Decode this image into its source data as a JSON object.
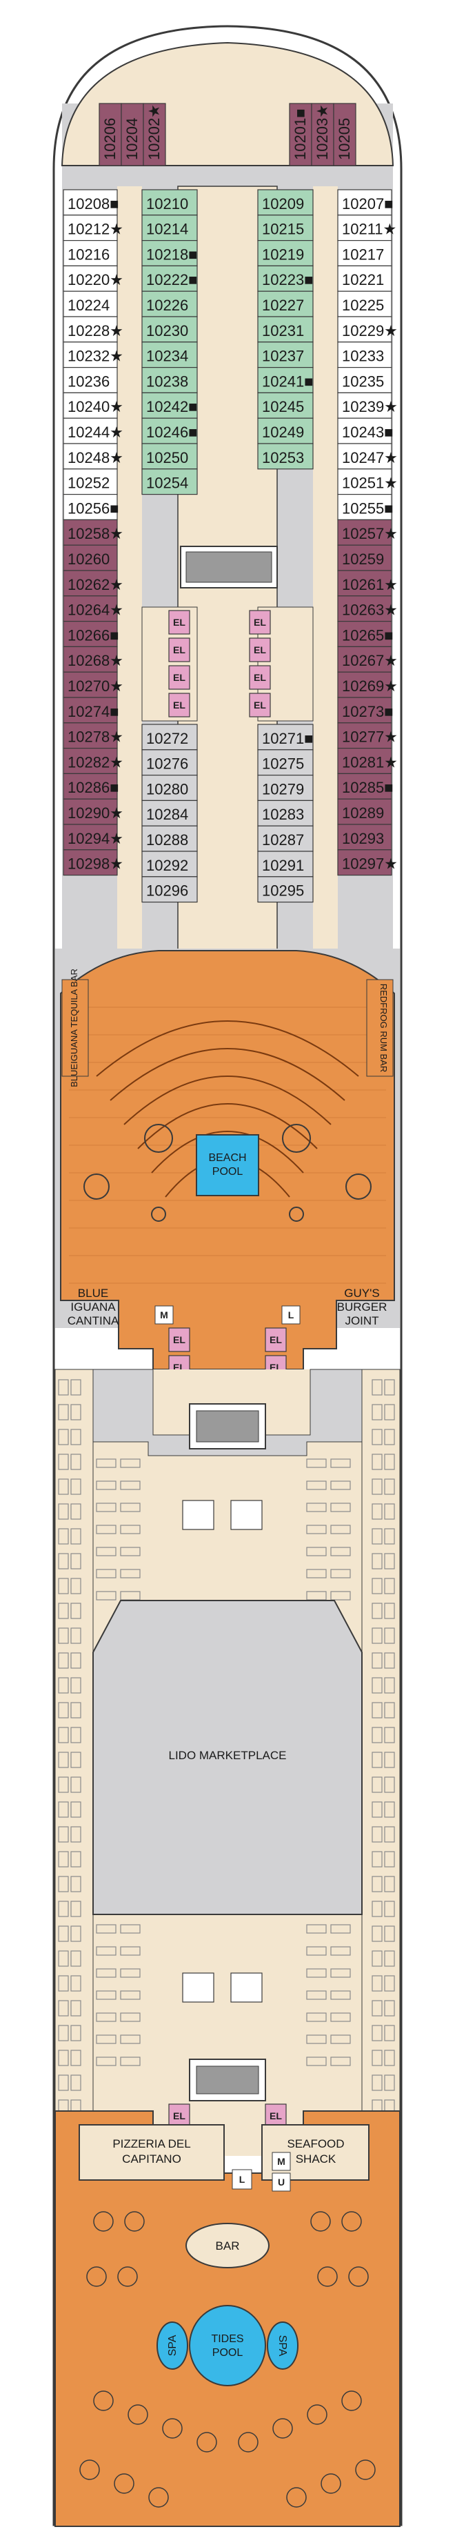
{
  "colors": {
    "hull": "#ffffff",
    "deck": "#f3e6cf",
    "gray": "#d2d2d4",
    "cabin_purple": "#94566f",
    "cabin_green": "#a8d6b8",
    "cabin_gray": "#d4d4d6",
    "elevator": "#e6a4c8",
    "wood": "#e8924a",
    "pool": "#39b8e8",
    "outline": "#3a3a3a"
  },
  "cabins": {
    "bow_left": [
      "10206",
      "10204",
      "10202★"
    ],
    "bow_right": [
      "10201■",
      "10203★",
      "10205"
    ],
    "outer_left": [
      "10208■",
      "10212★",
      "10216",
      "10220★",
      "10224",
      "10228★",
      "10232★",
      "10236",
      "10240★",
      "10244★",
      "10248★",
      "10252",
      "10256■",
      "10258★",
      "10260",
      "10262★",
      "10264★",
      "10266■",
      "10268★",
      "10270★",
      "10274■",
      "10278★",
      "10282★",
      "10286■",
      "10290★",
      "10294★",
      "10298★"
    ],
    "outer_right": [
      "10207■",
      "10211★",
      "10217",
      "10221",
      "10225",
      "10229★",
      "10233",
      "10235",
      "10239★",
      "10243■",
      "10247★",
      "10251★",
      "10255■",
      "10257★",
      "10259",
      "10261★",
      "10263★",
      "10265■",
      "10267★",
      "10269★",
      "10273■",
      "10277★",
      "10281★",
      "10285■",
      "10289",
      "10293",
      "10297★"
    ],
    "inner_left_top": [
      "10210",
      "10214",
      "10218■",
      "10222■",
      "10226",
      "10230",
      "10234",
      "10238",
      "10242■",
      "10246■",
      "10250",
      "10254"
    ],
    "inner_right_top": [
      "10209",
      "10215",
      "10219",
      "10223■",
      "10227",
      "10231",
      "10237",
      "10241■",
      "10245",
      "10249",
      "10253"
    ],
    "inner_left_bottom": [
      "10272",
      "10276",
      "10280",
      "10284",
      "10288",
      "10292",
      "10296"
    ],
    "inner_right_bottom": [
      "10271■",
      "10275",
      "10279",
      "10283",
      "10287",
      "10291",
      "10295"
    ]
  },
  "venues": {
    "blueiguana_bar": "BLUEIGUANA TEQUILA BAR",
    "redfrog_bar": "REDFROG RUM BAR",
    "beach_pool": [
      "BEACH",
      "POOL"
    ],
    "blue_iguana_cantina": [
      "BLUE",
      "IGUANA",
      "CANTINA"
    ],
    "guys_burger": [
      "GUY'S",
      "BURGER",
      "JOINT"
    ],
    "lido_marketplace": "LIDO MARKETPLACE",
    "pizzeria": [
      "PIZZERIA DEL",
      "CAPITANO"
    ],
    "seafood_shack": [
      "SEAFOOD",
      "SHACK"
    ],
    "bar": "BAR",
    "tides_pool": [
      "TIDES",
      "POOL"
    ],
    "spa_left": "SPA",
    "spa_right": "SPA"
  },
  "labels": {
    "el": "EL",
    "m": "M",
    "l": "L",
    "u": "U"
  }
}
